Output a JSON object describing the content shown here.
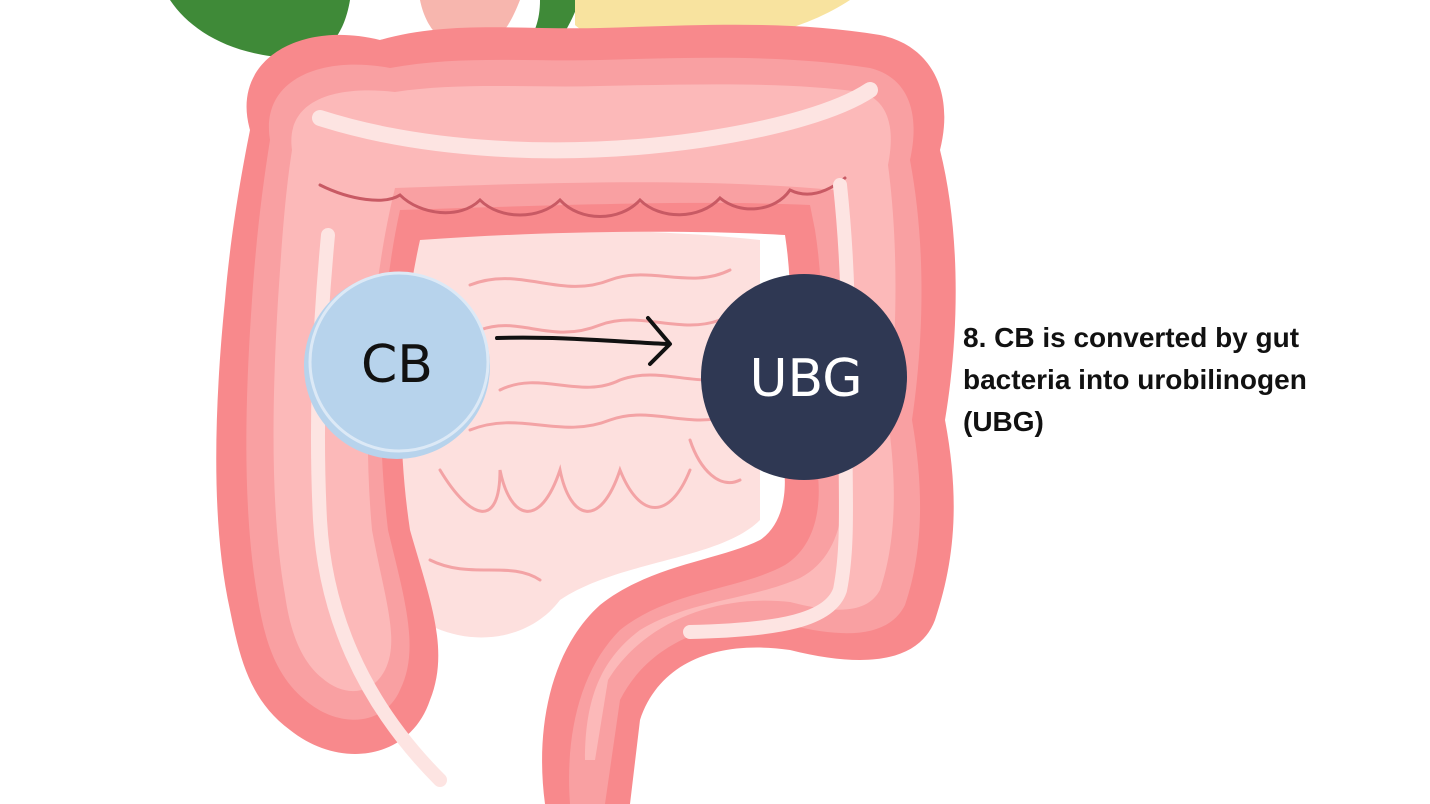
{
  "diagram": {
    "source_node": {
      "label": "CB",
      "fill": "#b7d3ec"
    },
    "target_node": {
      "label": "UBG",
      "fill": "#2f3853",
      "text_color": "#ffffff"
    },
    "arrow_color": "#111111",
    "organ": "large-intestine",
    "colors": {
      "intestine_outer": "#f8898c",
      "intestine_mid": "#f9a0a2",
      "intestine_inner": "#fcb9b9",
      "background_tissue": "#fde0de",
      "highlight": "#fde4e2",
      "liver_green": "#3f8a38",
      "pancreas_yellow": "#f8e39f"
    },
    "caption_lines": [
      "8. CB is converted by gut",
      "bacteria into urobilinogen",
      "(UBG)"
    ]
  }
}
